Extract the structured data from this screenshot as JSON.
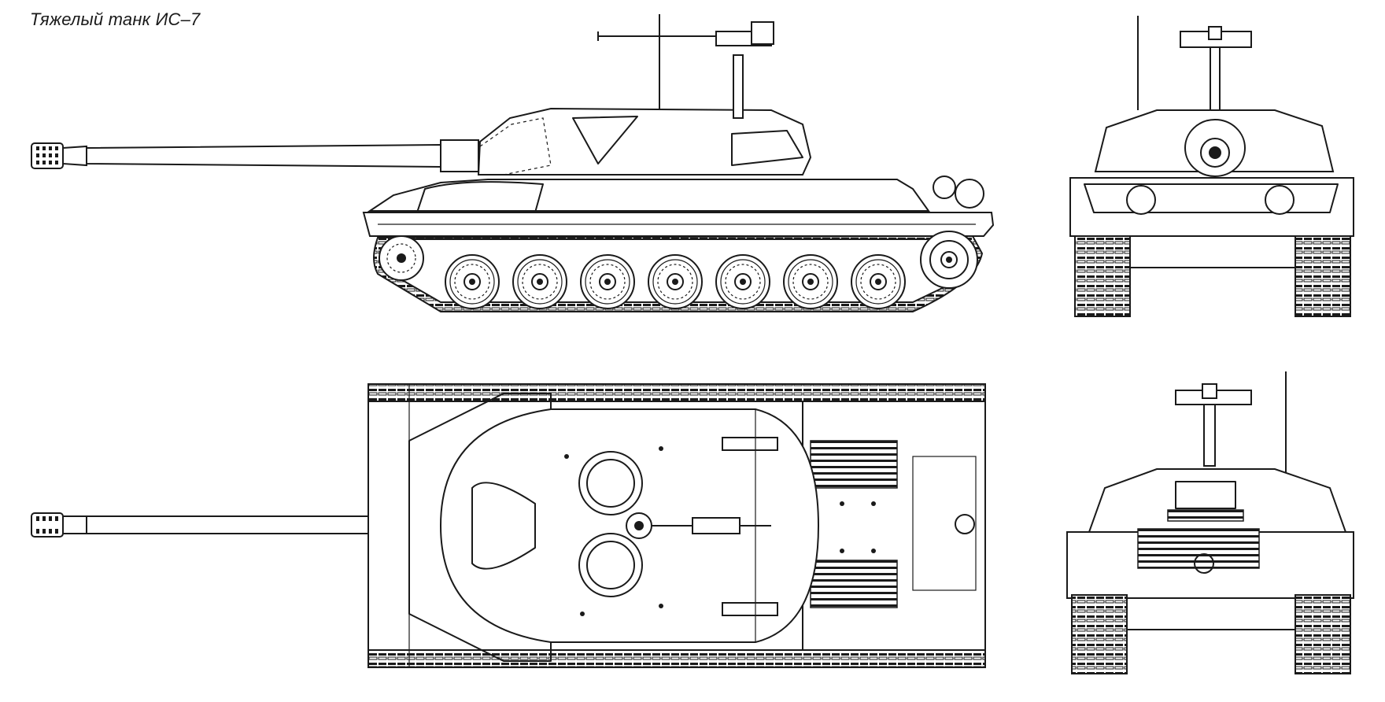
{
  "title": "Тяжелый танк ИС–7",
  "views": [
    {
      "icon": "side-view-drawing"
    },
    {
      "icon": "front-view-drawing"
    },
    {
      "icon": "top-view-drawing"
    },
    {
      "icon": "rear-view-drawing"
    }
  ],
  "colors": {
    "line": "#1a1a1a",
    "paper": "#ffffff"
  }
}
